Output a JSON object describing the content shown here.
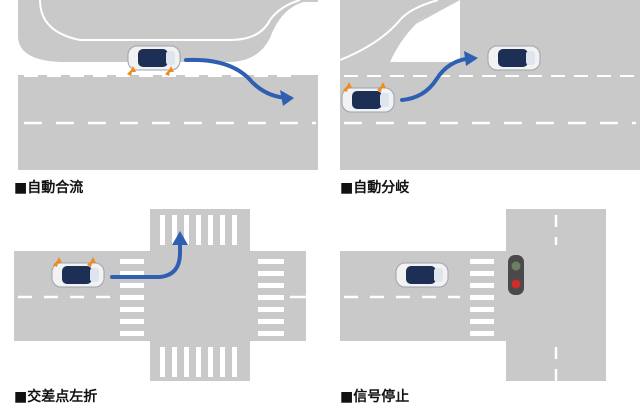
{
  "colors": {
    "road": "#c9c9c9",
    "marking": "#ffffff",
    "background": "#ffffff",
    "arrow": "#2f5fb0",
    "indicator": "#f08a1c",
    "car_body": "#f2f2f2",
    "car_glass": "#1d2f55",
    "signal_body": "#4a4a4a",
    "signal_red": "#d32a2a",
    "signal_off": "#6d7f63"
  },
  "panels": [
    {
      "caption": "■自動合流",
      "icons": [
        "car-icon",
        "curved-arrow-icon",
        "turn-signal-icon"
      ]
    },
    {
      "caption": "■自動分岐",
      "icons": [
        "car-icon",
        "curved-arrow-icon",
        "turn-signal-icon"
      ]
    },
    {
      "caption": "■交差点左折",
      "icons": [
        "car-icon",
        "curved-arrow-icon",
        "turn-signal-icon"
      ]
    },
    {
      "caption": "■信号停止",
      "icons": [
        "car-icon",
        "traffic-light-icon"
      ]
    }
  ]
}
